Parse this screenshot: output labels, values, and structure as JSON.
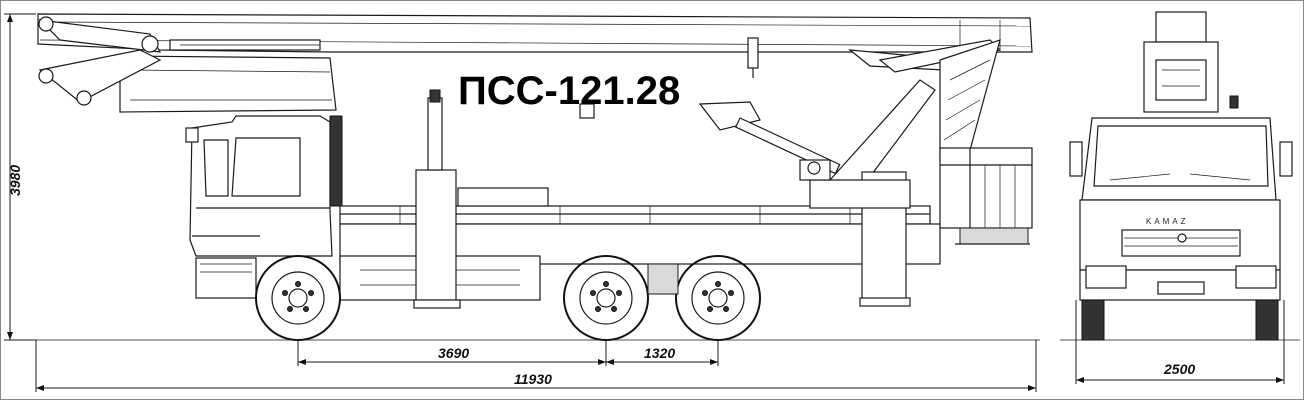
{
  "title": "ПСС-121.28",
  "brand": "KAMAZ",
  "dimensions": {
    "overall_height": "3980",
    "front_to_rear_axle": "3690",
    "rear_axle_spacing": "1320",
    "overall_length": "11930",
    "overall_width": "2500"
  }
}
